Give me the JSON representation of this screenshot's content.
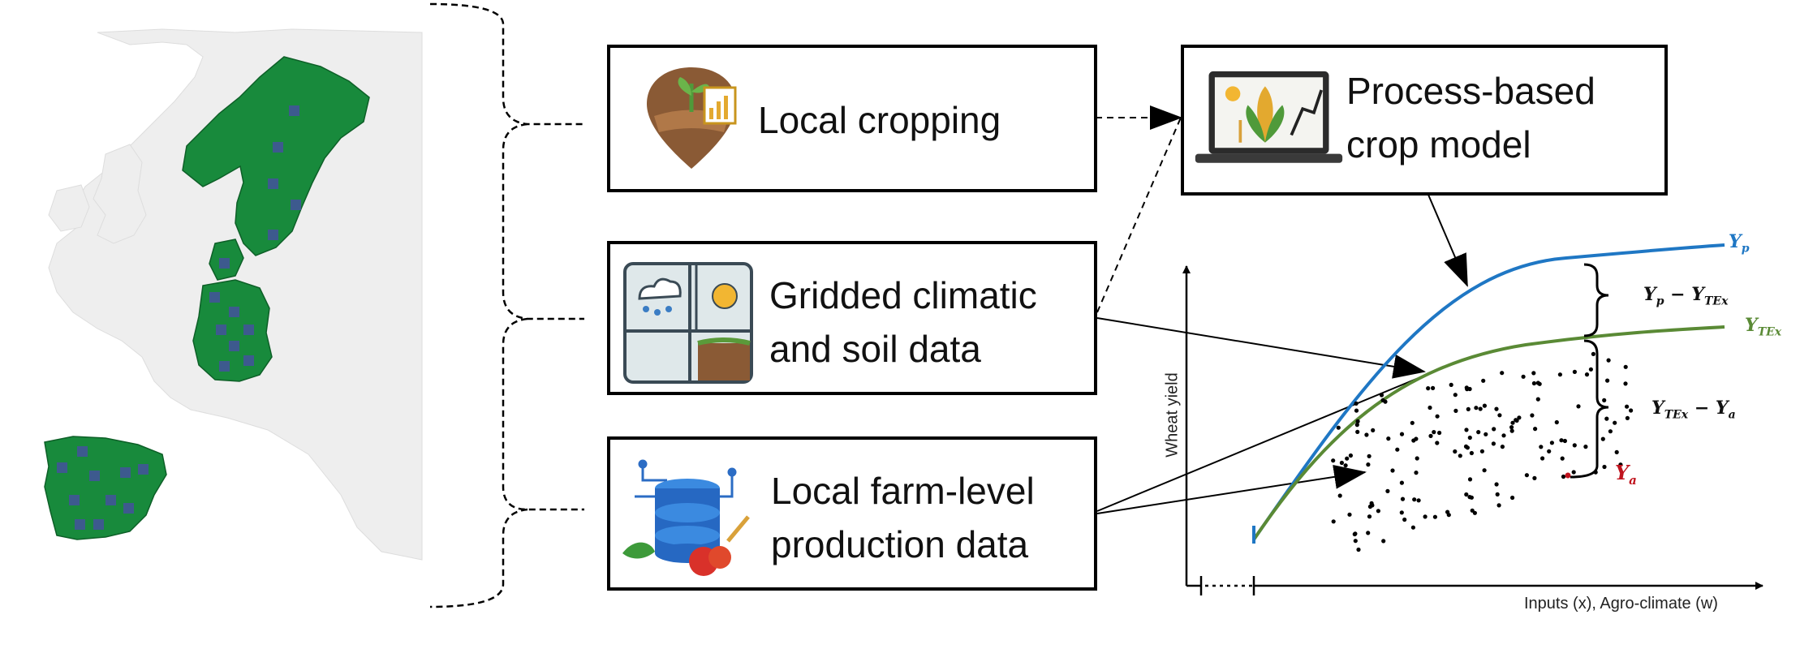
{
  "boxes": {
    "local_cropping": "Local cropping",
    "gridded_line1": "Gridded climatic",
    "gridded_line2": "and soil data",
    "farm_line1": "Local farm-level",
    "farm_line2": "production data",
    "crop_model_line1": "Process-based",
    "crop_model_line2": "crop model"
  },
  "chart": {
    "ylabel": "Wheat yield",
    "xlabel": "Inputs (x), Agro-climate (w)",
    "curve_yp": "Y",
    "curve_yp_sub": "p",
    "curve_ytex": "Y",
    "curve_ytex_sub": "TEx",
    "gap_top_a": "Y",
    "gap_top_a_sub": "p",
    "gap_top_minus": " − Y",
    "gap_top_b_sub": "TEx",
    "gap_bottom_a": "Y",
    "gap_bottom_a_sub": "TEx",
    "gap_bottom_minus": " − Y",
    "gap_bottom_b_sub": "a",
    "ya": "Y",
    "ya_sub": "a"
  },
  "colors": {
    "yp_curve": "#1f77c4",
    "ytex_curve": "#5a8a35",
    "ya_label": "#c0141e",
    "country_green": "#188a3c",
    "country_gray": "#eeeeee",
    "grid_marker": "#3d5a8e"
  },
  "icons": {
    "local_cropping": "plant-soil-icon",
    "gridded": "weather-soil-icon",
    "farm": "database-produce-icon",
    "crop_model": "laptop-crop-icon",
    "map": "europe-map-icon"
  }
}
